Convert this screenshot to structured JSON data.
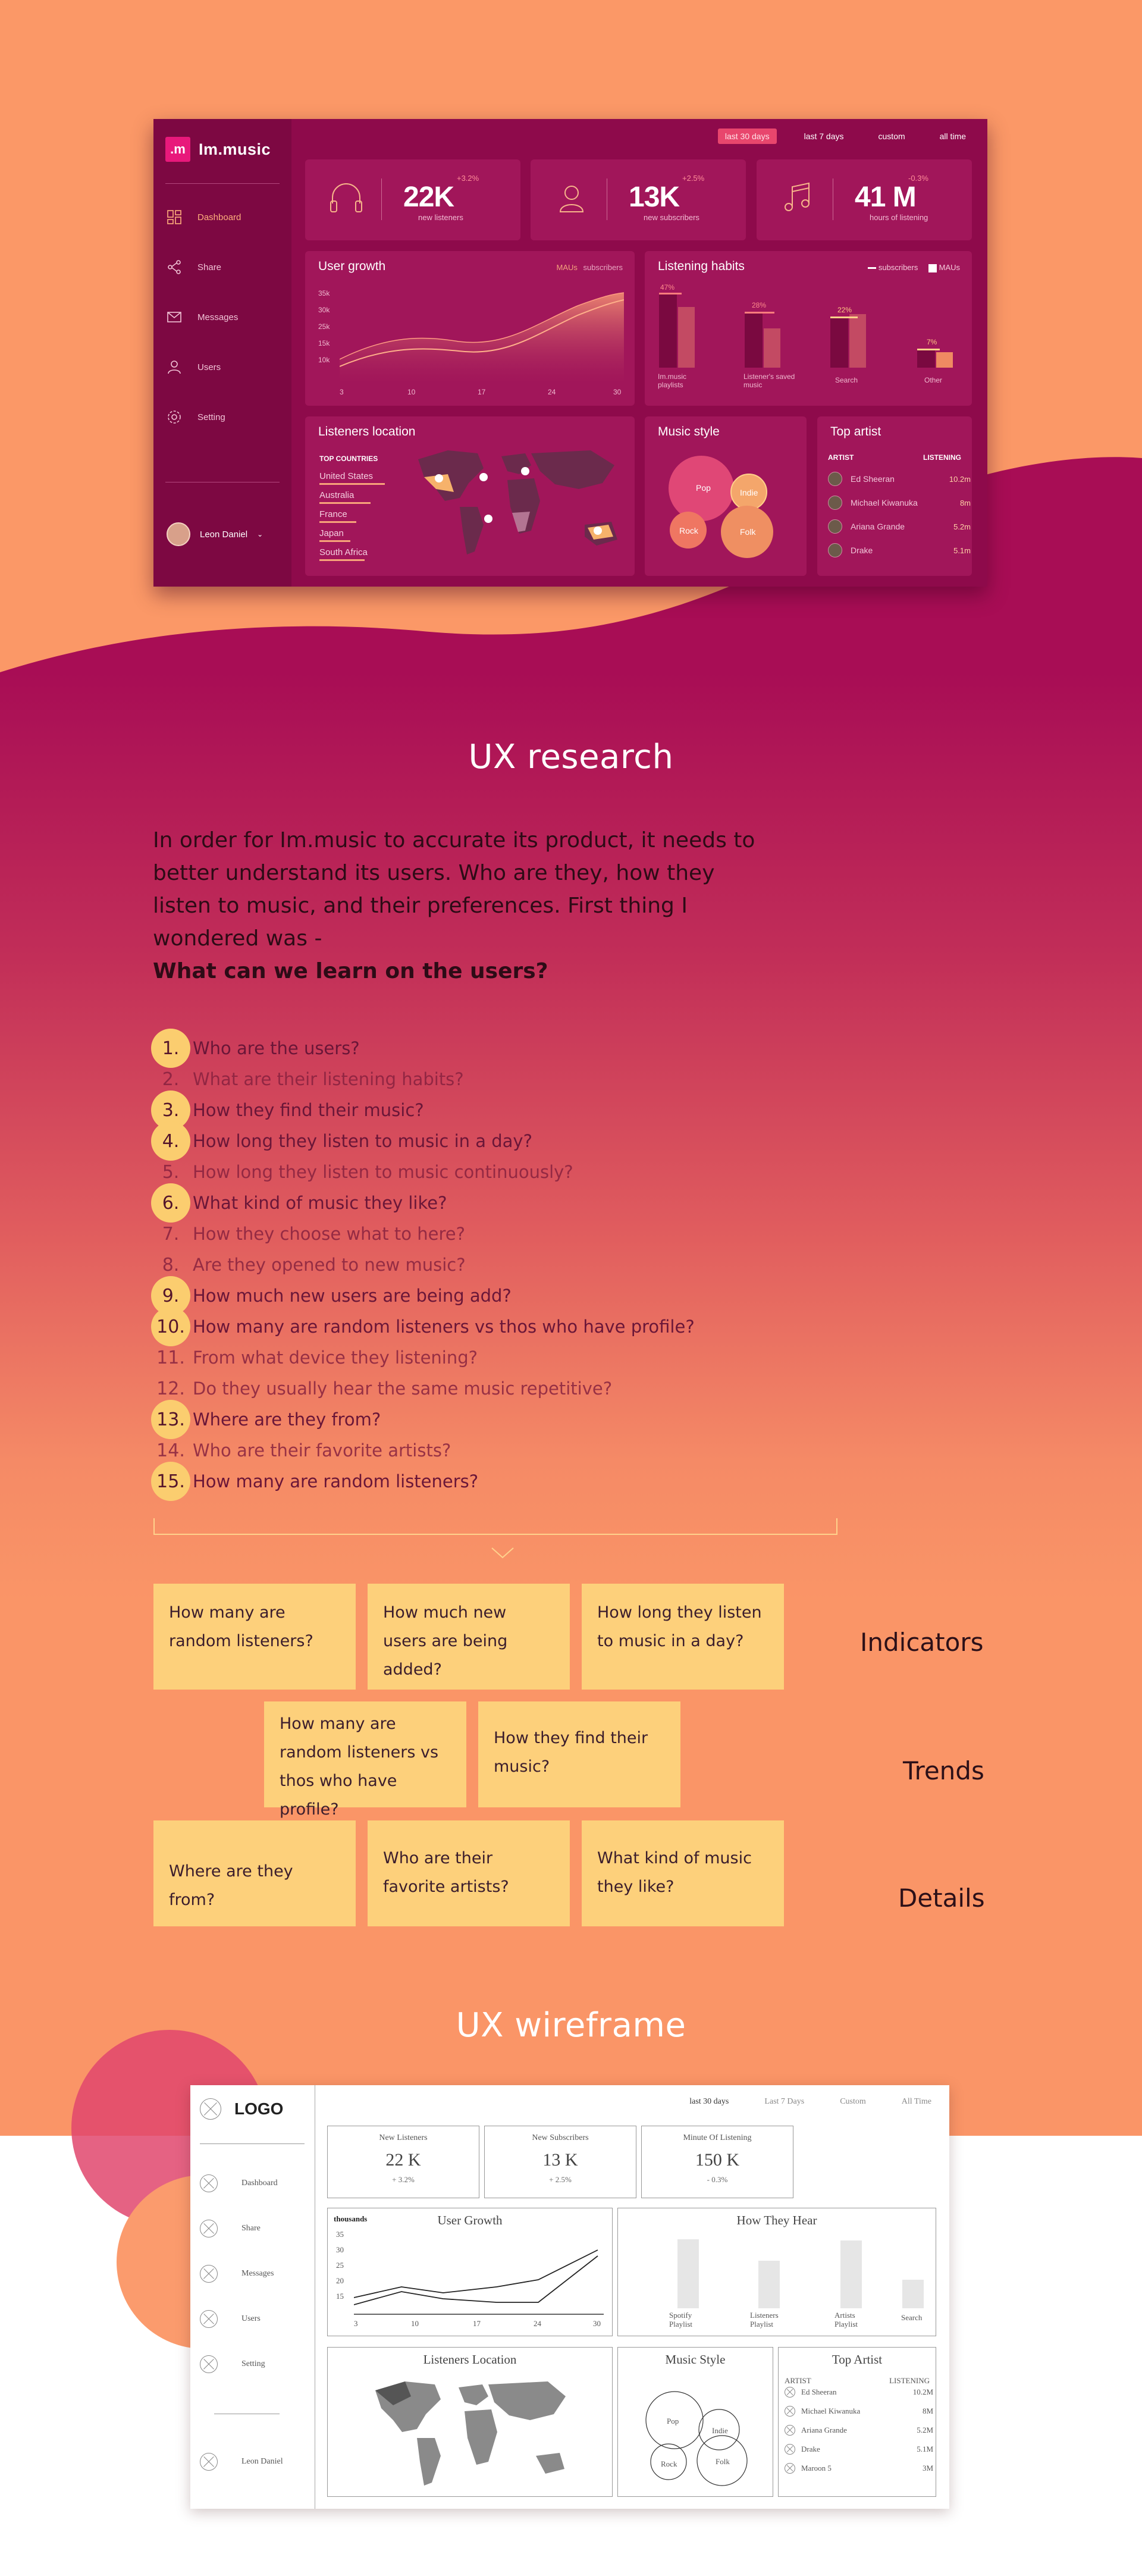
{
  "colors": {
    "accent_pink": "#e8197b",
    "highlight": "#fbcd6f",
    "sticky": "#fdd07b",
    "orange_bg": "#fa9567",
    "magenta": "#a80d55"
  },
  "dashboard": {
    "logo_mark": ".m",
    "logo_text": "Im.music",
    "nav": [
      {
        "label": "Dashboard",
        "icon": "grid-icon",
        "active": true
      },
      {
        "label": "Share",
        "icon": "share-icon",
        "active": false
      },
      {
        "label": "Messages",
        "icon": "mail-icon",
        "active": false
      },
      {
        "label": "Users",
        "icon": "user-icon",
        "active": false
      },
      {
        "label": "Setting",
        "icon": "gear-icon",
        "active": false
      }
    ],
    "user_name": "Leon Daniel",
    "tabs": [
      "last 30 days",
      "last 7 days",
      "custom",
      "all time"
    ],
    "stats": [
      {
        "value": "22K",
        "change": "+3.2%",
        "label": "new listeners",
        "icon": "headphones-icon"
      },
      {
        "value": "13K",
        "change": "+2.5%",
        "label": "new subscribers",
        "icon": "user-icon"
      },
      {
        "value": "41 M",
        "change": "-0.3%",
        "label": "hours of listening",
        "icon": "music-note-icon"
      }
    ],
    "user_growth": {
      "title": "User growth",
      "legend": [
        "MAUs",
        "subscribers"
      ],
      "y_ticks": [
        "35k",
        "30k",
        "25k",
        "15k",
        "10k"
      ],
      "x_ticks": [
        "3",
        "10",
        "17",
        "24",
        "30"
      ]
    },
    "listening_habits": {
      "title": "Listening habits",
      "legend": [
        "subscribers",
        "MAUs"
      ],
      "bars": [
        {
          "pct": "47%",
          "label": "Im.music playlists"
        },
        {
          "pct": "28%",
          "label": "Listener's saved music"
        },
        {
          "pct": "22%",
          "label": "Search"
        },
        {
          "pct": "7%",
          "label": "Other"
        }
      ]
    },
    "location": {
      "title": "Listeners location",
      "top_label": "TOP COUNTRIES",
      "countries": [
        "United States",
        "Australia",
        "France",
        "Japan",
        "South Africa"
      ]
    },
    "music_style": {
      "title": "Music style",
      "styles": [
        "Pop",
        "Indie",
        "Rock",
        "Folk"
      ]
    },
    "top_artist": {
      "title": "Top artist",
      "col_artist": "ARTIST",
      "col_listening": "LISTENING",
      "rows": [
        {
          "name": "Ed Sheeran",
          "value": "10.2m"
        },
        {
          "name": "Michael Kiwanuka",
          "value": "8m"
        },
        {
          "name": "Ariana Grande",
          "value": "5.2m"
        },
        {
          "name": "Drake",
          "value": "5.1m"
        }
      ]
    }
  },
  "research": {
    "title": "UX research",
    "intro": "In order for Im.music to accurate its product, it needs to better understand its users. Who are they, how they listen to music, and their preferences. First thing I wondered was -",
    "intro_bold": "What can we learn on the users?",
    "questions": [
      {
        "n": "1.",
        "text": "Who are the users?",
        "hl": true
      },
      {
        "n": "2.",
        "text": "What are their listening habits?",
        "hl": false
      },
      {
        "n": "3.",
        "text": "How they find their music?",
        "hl": true
      },
      {
        "n": "4.",
        "text": "How long they listen to music in a day?",
        "hl": true
      },
      {
        "n": "5.",
        "text": "How long they listen to music continuously?",
        "hl": false
      },
      {
        "n": "6.",
        "text": "What kind of music they like?",
        "hl": true
      },
      {
        "n": "7.",
        "text": "How they choose what to here?",
        "hl": false
      },
      {
        "n": "8.",
        "text": "Are they opened to new music?",
        "hl": false
      },
      {
        "n": "9.",
        "text": "How much new users are being add?",
        "hl": true
      },
      {
        "n": "10.",
        "text": "How many are random listeners vs thos who have profile?",
        "hl": true
      },
      {
        "n": "11.",
        "text": "From what device they listening?",
        "hl": false
      },
      {
        "n": "12.",
        "text": "Do they usually hear the same music repetitive?",
        "hl": false
      },
      {
        "n": "13.",
        "text": "Where are they from?",
        "hl": true
      },
      {
        "n": "14.",
        "text": "Who are their favorite artists?",
        "hl": false
      },
      {
        "n": "15.",
        "text": "How many are random listeners?",
        "hl": true
      }
    ],
    "stickies": {
      "indicators": [
        "How many are random listeners?",
        "How much new users are being added?",
        "How long they listen to music in a day?"
      ],
      "trends": [
        "How many are random listeners vs thos who have profile?",
        "How they find their music?"
      ],
      "details": [
        "Where are they from?",
        "Who are their favorite artists?",
        "What kind of music they like?"
      ]
    },
    "row_labels": [
      "Indicators",
      "Trends",
      "Details"
    ]
  },
  "wireframe": {
    "title": "UX wireframe",
    "logo": "LOGO",
    "nav": [
      "Dashboard",
      "Share",
      "Messages",
      "Users",
      "Setting"
    ],
    "user": "Leon Daniel",
    "tabs": [
      "last 30 days",
      "Last 7 Days",
      "Custom",
      "All Time"
    ],
    "stats": [
      {
        "label": "New Listeners",
        "value": "22 K",
        "change": "+ 3.2%"
      },
      {
        "label": "New Subscribers",
        "value": "13 K",
        "change": "+ 2.5%"
      },
      {
        "label": "Minute Of Listening",
        "value": "150 K",
        "change": "- 0.3%"
      }
    ],
    "growth": {
      "title": "User Growth",
      "unit": "thousands",
      "y_ticks": [
        "35",
        "30",
        "25",
        "20",
        "15"
      ],
      "x_ticks": [
        "3",
        "10",
        "17",
        "24",
        "30"
      ]
    },
    "hear": {
      "title": "How They Hear",
      "bars": [
        "Spotify Playlist",
        "Listeners Playlist",
        "Artists Playlist",
        "Search"
      ]
    },
    "location_title": "Listeners Location",
    "music_style": {
      "title": "Music Style",
      "styles": [
        "Pop",
        "Indie",
        "Rock",
        "Folk"
      ]
    },
    "top_artist": {
      "title": "Top Artist",
      "col_artist": "ARTIST",
      "col_listening": "LISTENING",
      "rows": [
        {
          "name": "Ed Sheeran",
          "value": "10.2M"
        },
        {
          "name": "Michael Kiwanuka",
          "value": "8M"
        },
        {
          "name": "Ariana Grande",
          "value": "5.2M"
        },
        {
          "name": "Drake",
          "value": "5.1M"
        },
        {
          "name": "Maroon 5",
          "value": "3M"
        }
      ]
    }
  }
}
